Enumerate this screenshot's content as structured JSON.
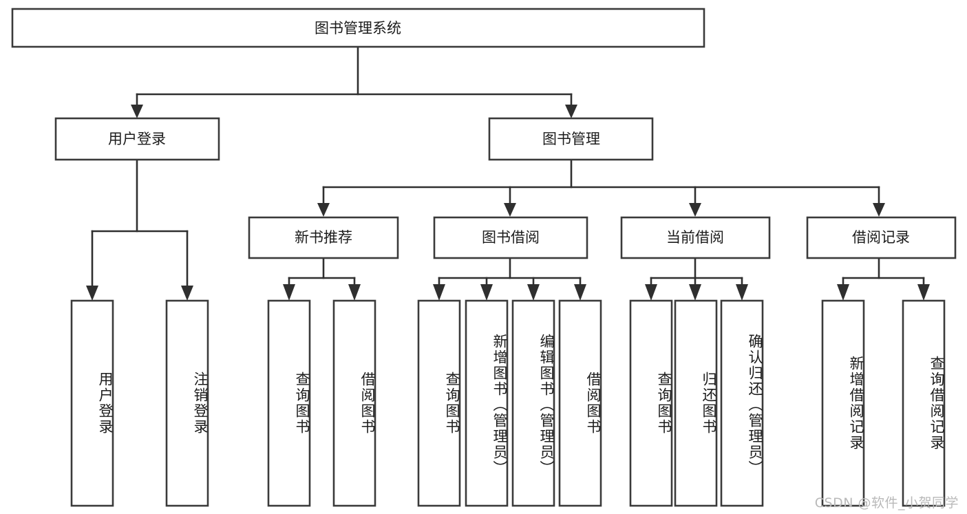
{
  "diagram": {
    "type": "tree",
    "title": "图书管理系统",
    "orientation": "top-down",
    "root": {
      "id": "root",
      "label": "图书管理系统",
      "text_direction": "horizontal"
    },
    "level2": [
      {
        "id": "user-login",
        "label": "用户登录",
        "text_direction": "horizontal"
      },
      {
        "id": "book-management",
        "label": "图书管理",
        "text_direction": "horizontal"
      }
    ],
    "level3": [
      {
        "id": "new-book-recommend",
        "label": "新书推荐",
        "parent": "book-management",
        "text_direction": "horizontal"
      },
      {
        "id": "book-borrow",
        "label": "图书借阅",
        "parent": "book-management",
        "text_direction": "horizontal"
      },
      {
        "id": "current-borrow",
        "label": "当前借阅",
        "parent": "book-management",
        "text_direction": "horizontal"
      },
      {
        "id": "borrow-record",
        "label": "借阅记录",
        "parent": "book-management",
        "text_direction": "horizontal"
      }
    ],
    "leaves": [
      {
        "id": "leaf-user-login",
        "label": "用户登录",
        "parent": "user-login",
        "text_direction": "vertical"
      },
      {
        "id": "leaf-logout-login",
        "label": "注销登录",
        "parent": "user-login",
        "text_direction": "vertical"
      },
      {
        "id": "leaf-query-book-1",
        "label": "查询图书",
        "parent": "new-book-recommend",
        "text_direction": "vertical"
      },
      {
        "id": "leaf-borrow-book-1",
        "label": "借阅图书",
        "parent": "new-book-recommend",
        "text_direction": "vertical"
      },
      {
        "id": "leaf-query-book-2",
        "label": "查询图书",
        "parent": "book-borrow",
        "text_direction": "vertical"
      },
      {
        "id": "leaf-add-book",
        "label": "新增图书（管理员）",
        "parent": "book-borrow",
        "text_direction": "vertical"
      },
      {
        "id": "leaf-edit-book",
        "label": "编辑图书（管理员）",
        "parent": "book-borrow",
        "text_direction": "vertical"
      },
      {
        "id": "leaf-borrow-book-2",
        "label": "借阅图书",
        "parent": "book-borrow",
        "text_direction": "vertical"
      },
      {
        "id": "leaf-query-book-3",
        "label": "查询图书",
        "parent": "current-borrow",
        "text_direction": "vertical"
      },
      {
        "id": "leaf-return-book",
        "label": "归还图书",
        "parent": "current-borrow",
        "text_direction": "vertical"
      },
      {
        "id": "leaf-confirm-return",
        "label": "确认归还（管理员）",
        "parent": "current-borrow",
        "text_direction": "vertical"
      },
      {
        "id": "leaf-add-borrow-record",
        "label": "新增借阅记录",
        "parent": "borrow-record",
        "text_direction": "vertical"
      },
      {
        "id": "leaf-query-borrow-record",
        "label": "查询借阅记录",
        "parent": "borrow-record",
        "text_direction": "vertical"
      }
    ],
    "watermark": "CSDN @软件_小贺同学",
    "colors": {
      "box_stroke": "#3a3a3a",
      "connector": "#2f2f2f",
      "text": "#1b1b1b",
      "background": "#ffffff",
      "watermark": "#b9b9b9"
    }
  }
}
